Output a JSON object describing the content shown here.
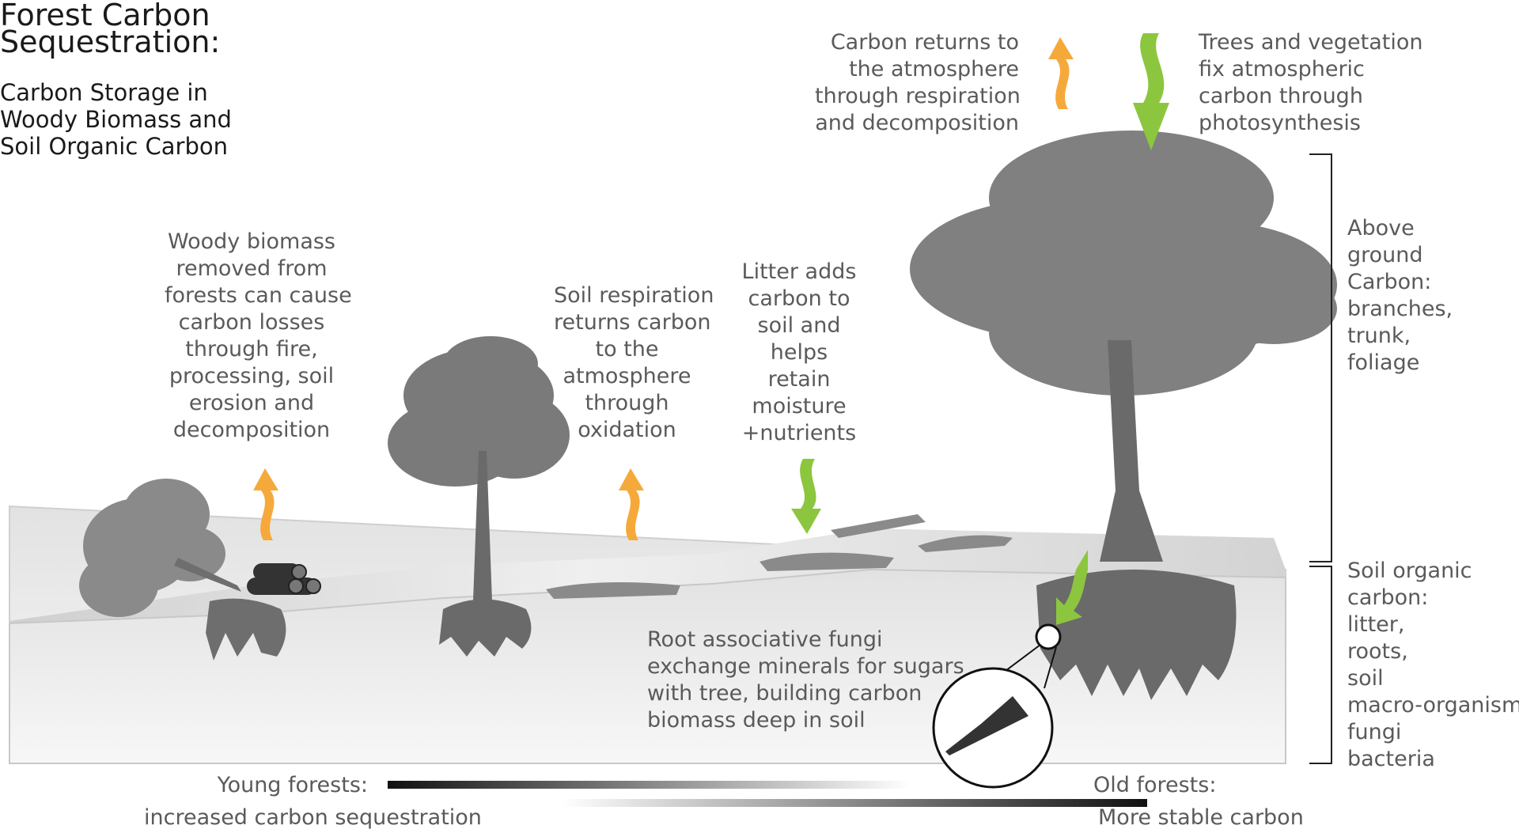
{
  "title": [
    "Forest Carbon",
    "Sequestration:"
  ],
  "subtitle": [
    "Carbon Storage in",
    "Woody Biomass and",
    "Soil Organic Carbon"
  ],
  "labels": {
    "woody_removed": [
      "Woody biomass",
      "removed from",
      "forests  can cause",
      "carbon losses",
      "through fire,",
      "processing, soil",
      "erosion and",
      "decomposition"
    ],
    "soil_respiration": [
      "Soil respiration",
      "returns carbon",
      "to the",
      "atmosphere",
      "through",
      "oxidation"
    ],
    "litter": [
      "Litter adds",
      "carbon to",
      "soil and",
      "helps",
      "retain",
      "moisture",
      "+nutrients"
    ],
    "atmosphere_return": [
      "Carbon returns to",
      "the atmosphere",
      "through respiration",
      "and decomposition"
    ],
    "photosynthesis": [
      "Trees and vegetation",
      "fix atmospheric",
      "carbon through",
      "photosynthesis"
    ],
    "above_ground": [
      "Above",
      "ground",
      "Carbon:",
      "branches,",
      "trunk,",
      "foliage"
    ],
    "soil_organic": [
      "Soil organic",
      "carbon:",
      "litter,",
      "roots,",
      "soil",
      "macro-organisms",
      "fungi",
      "bacteria"
    ],
    "fungi": [
      "Root associative fungi",
      "exchange minerals for sugars",
      "with tree, building carbon",
      "biomass deep in  soil"
    ],
    "young_forests": "Young forests:",
    "increased_seq": "increased carbon sequestration",
    "old_forests": "Old forests:",
    "stable_carbon": "More stable carbon"
  },
  "colors": {
    "orange_arrow": "#f6a93b",
    "green_arrow": "#8cc63f",
    "tree_gray": "#7a7a7a",
    "dark_gray": "#5a5a5a",
    "ground_top": "#d0d0d0",
    "ground_front": "#f0f0f0"
  },
  "icons": {
    "upward_arrow": "orange-wavy-up-arrow-icon",
    "downward_arrow": "green-wavy-down-arrow-icon",
    "log_pile": "log-pile-icon",
    "magnifier": "magnifier-circle-icon"
  }
}
